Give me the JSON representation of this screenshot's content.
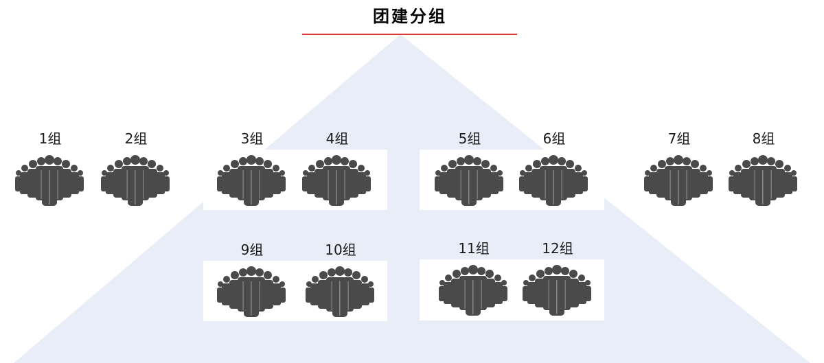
{
  "title": "团建分组",
  "colors": {
    "pyramid": "#e9edf8",
    "title_underline": "#e53935",
    "crowd": "#4a4a4a",
    "label": "#1a1a1a"
  },
  "icon": "crowd-icon",
  "groups": [
    {
      "label": "1组"
    },
    {
      "label": "2组"
    },
    {
      "label": "3组"
    },
    {
      "label": "4组"
    },
    {
      "label": "5组"
    },
    {
      "label": "6组"
    },
    {
      "label": "7组"
    },
    {
      "label": "8组"
    },
    {
      "label": "9组"
    },
    {
      "label": "10组"
    },
    {
      "label": "11组"
    },
    {
      "label": "12组"
    }
  ]
}
